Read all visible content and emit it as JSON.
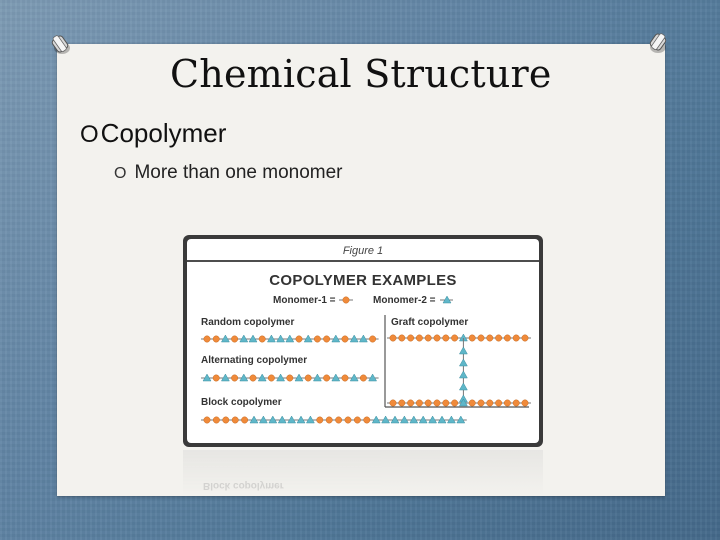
{
  "slide": {
    "title": "Chemical Structure",
    "bullet_level1": {
      "marker": "O",
      "text": "Copolymer"
    },
    "bullet_level2": {
      "marker": "O",
      "text": "More than one monomer"
    }
  },
  "figure": {
    "caption": "Figure 1",
    "title": "COPOLYMER EXAMPLES",
    "legend": {
      "monomer1": "Monomer-1 =",
      "monomer2": "Monomer-2 ="
    },
    "labels": {
      "random": "Random copolymer",
      "alternating": "Alternating copolymer",
      "block": "Block copolymer",
      "graft": "Graft copolymer"
    },
    "reflection_text": "Block copolymer"
  },
  "colors": {
    "monomer1": "#f08a3a",
    "monomer2": "#5fb7c9",
    "chain_line": "#777777"
  }
}
